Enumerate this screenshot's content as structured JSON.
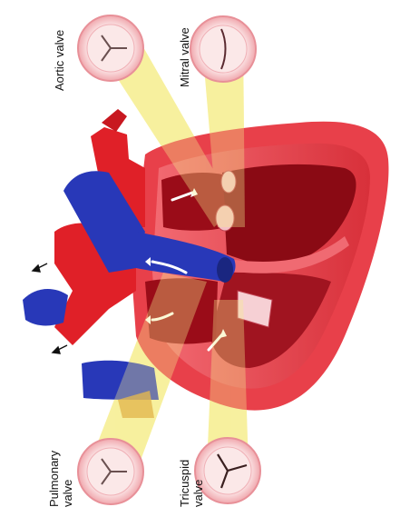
{
  "labels": {
    "aortic": "Aortic valve",
    "mitral": "Mitral valve",
    "pulmonary_line1": "Pulmonary",
    "pulmonary_line2": "valve",
    "tricuspid_line1": "Tricuspid",
    "tricuspid_line2": "valve"
  },
  "colors": {
    "myocardium": "#e8404a",
    "myocardium_dark": "#b0101c",
    "chamber": "#8a0a14",
    "oxygen_poor": "#2838b8",
    "oxygen_rich": "#e02028",
    "highlight": "#f6ee8c",
    "valve_ring": "#f4c0c4",
    "valve_inner": "#fbe3e4",
    "arrow": "#ffffff"
  }
}
